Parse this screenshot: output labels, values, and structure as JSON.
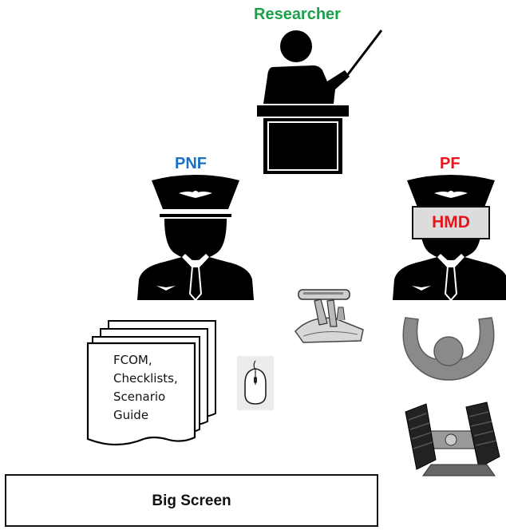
{
  "labels": {
    "researcher": "Researcher",
    "pnf": "PNF",
    "pf": "PF",
    "hmd": "HMD",
    "big_screen": "Big Screen"
  },
  "documents": {
    "lines": [
      "FCOM,",
      "Checklists,",
      "Scenario",
      "Guide"
    ]
  },
  "colors": {
    "researcher": "#1aa14a",
    "pnf": "#1b6fc4",
    "pf": "#e8141c",
    "hmd": "#e8141c",
    "figure": "#000000",
    "hmd_box": "#dcdcdc"
  },
  "icons": {
    "researcher_figure": "presenter-at-podium-icon",
    "pilot_figure": "pilot-bust-icon",
    "documents": "document-stack-icon",
    "mouse": "computer-mouse-icon",
    "throttle": "throttle-quadrant-icon",
    "yoke": "control-yoke-icon",
    "pedals": "rudder-pedals-icon"
  }
}
